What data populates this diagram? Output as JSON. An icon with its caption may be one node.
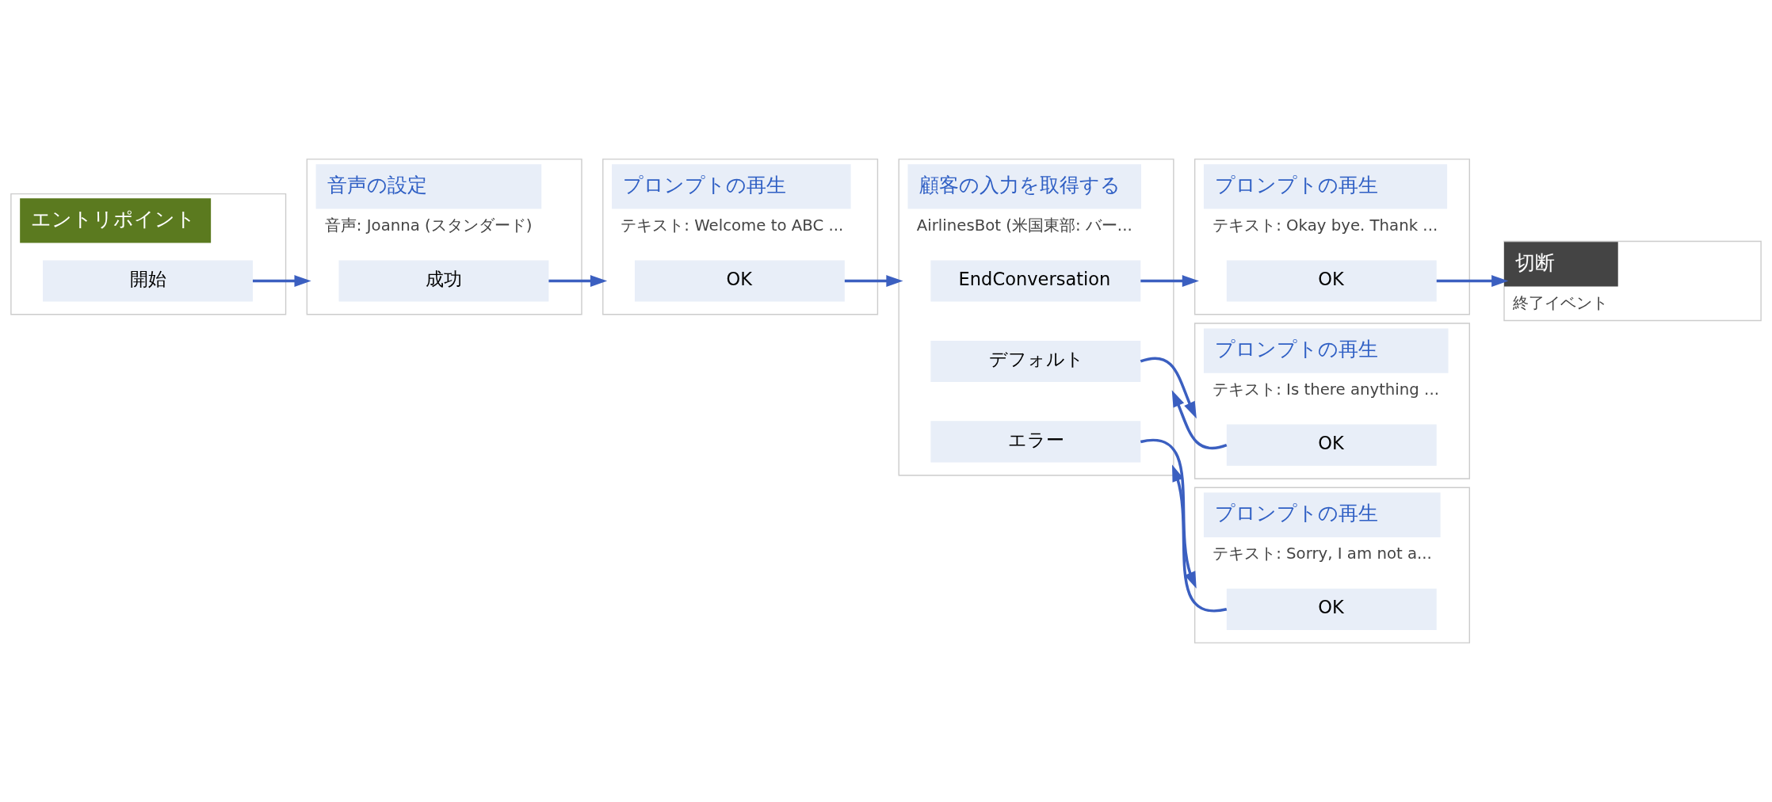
{
  "diagram": {
    "nodes": [
      {
        "text": [
          "エントリポイント"
        ]
      },
      {
        "text": [
          "開始"
        ],
        "in": 0
      },
      {
        "text": [
          "音声の設定",
          "音声: Joanna (スタンダード)"
        ]
      },
      {
        "text": [
          "成功"
        ],
        "in": 2
      },
      {
        "text": [
          "プロンプトの再生",
          "テキスト: Welcome to ABC ..."
        ]
      },
      {
        "text": [
          "OK"
        ],
        "in": 4
      },
      {
        "text": [
          "顧客の入力を取得する",
          "AirlinesBot (米国東部: バー..."
        ]
      },
      {
        "text": [
          "EndConversation"
        ],
        "in": 6
      },
      {
        "text": [
          "デフォルト"
        ],
        "in": 6
      },
      {
        "text": [
          "エラー"
        ],
        "in": 6
      },
      {
        "text": [
          "プロンプトの再生",
          "テキスト: Okay bye. Thank ..."
        ]
      },
      {
        "text": [
          "OK"
        ],
        "in": 10
      },
      {
        "text": [
          "切断",
          "終了イベント"
        ]
      },
      {
        "text": [
          "プロンプトの再生",
          "テキスト: Is there anything ..."
        ]
      },
      {
        "text": [
          "OK"
        ],
        "in": 13
      },
      {
        "text": [
          "プロンプトの再生",
          "テキスト: Sorry, I am not a..."
        ]
      },
      {
        "text": [
          "OK"
        ],
        "in": 15
      }
    ],
    "edges": [
      {
        "from": 1,
        "to": 2,
        "arrow": "to"
      },
      {
        "from": 3,
        "to": 4,
        "arrow": "to"
      },
      {
        "from": 5,
        "to": 6,
        "arrow": "to"
      },
      {
        "from": 7,
        "to": 10,
        "arrow": "to"
      },
      {
        "from": 8,
        "to": 13,
        "arrow": "to"
      },
      {
        "from": 9,
        "to": 15,
        "arrow": "to"
      },
      {
        "from": 11,
        "to": 12,
        "arrow": "to"
      },
      {
        "from": 14,
        "to": 6,
        "arrow": "to"
      },
      {
        "from": 16,
        "to": 6,
        "arrow": "to"
      }
    ]
  }
}
